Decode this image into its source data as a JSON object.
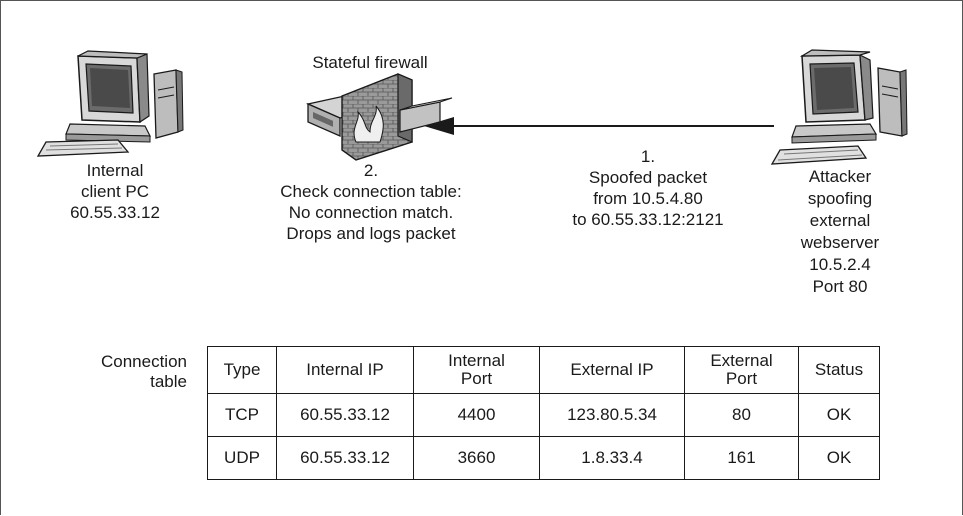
{
  "firewall": {
    "title": "Stateful firewall",
    "step_number": "2.",
    "lines": [
      "Check connection table:",
      "No connection match.",
      "Drops and logs packet"
    ]
  },
  "internal_client": {
    "lines": [
      "Internal",
      "client PC",
      "60.55.33.12"
    ]
  },
  "packet": {
    "step_number": "1.",
    "lines": [
      "Spoofed packet",
      "from 10.5.4.80",
      "to 60.55.33.12:2121"
    ]
  },
  "attacker": {
    "lines": [
      "Attacker",
      "spoofing",
      "external",
      "webserver",
      "10.5.2.4",
      "Port 80"
    ]
  },
  "connection_table": {
    "label_lines": [
      "Connection",
      "table"
    ],
    "headers": [
      "Type",
      "Internal IP",
      "Internal Port",
      "External IP",
      "External Port",
      "Status"
    ],
    "rows": [
      [
        "TCP",
        "60.55.33.12",
        "4400",
        "123.80.5.34",
        "80",
        "OK"
      ],
      [
        "UDP",
        "60.55.33.12",
        "3660",
        "1.8.33.4",
        "161",
        "OK"
      ]
    ]
  },
  "icons": {
    "client": "desktop-computer-icon",
    "attacker": "desktop-computer-icon",
    "firewall": "firewall-icon",
    "arrow": "arrow-left-icon"
  }
}
